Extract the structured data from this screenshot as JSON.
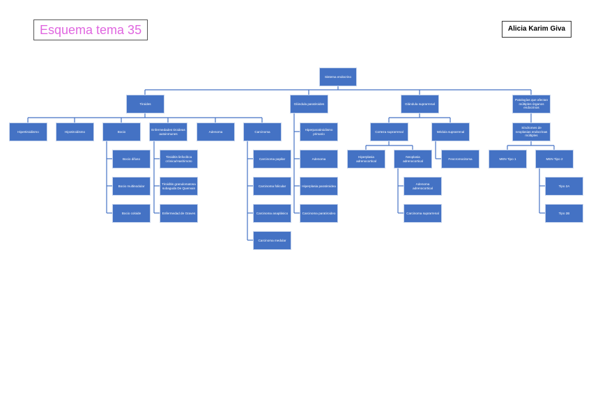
{
  "header": {
    "title": "Esquema tema 35",
    "author": "Alicia Karim Giva"
  },
  "diagram": {
    "root": "Sistema endocrino",
    "tiroides": {
      "label": "Tiroides",
      "hipertiroidismo": "Hipertiroidismo",
      "hipotiroidismo": "Hipotiroidismo",
      "bocio": "Bocio",
      "bocio_difuso": "Bocio difuso",
      "bocio_multinodular": "Bocio multinodular",
      "bocio_coloide": "Bocio coloide",
      "enfermedades": "Enfermedades tiroideas autoinmunes",
      "tiroiditis_linfocitica": "Tiroiditis linfocítica crónica/Hashimoto",
      "tiroiditis_granulomatosa": "Tiroiditis granulomatosa subaguda De Quervain",
      "graves": "Enfermedad de Graves",
      "adenoma": "Adenoma",
      "carcinoma": "Carcinoma",
      "carcinoma_papilar": "Carcinoma papilar",
      "carcinoma_folicular": "Carcinoma folicular",
      "carcinoma_anaplasico": "Carcinoma anaplásico",
      "carcinoma_medular": "Carcinoma medular"
    },
    "paratiroides": {
      "label": "Glándula paratiroides",
      "hiperpara": "Hiperparatiroidismo primario",
      "adenoma": "Adenoma",
      "hiperplasia": "Hiperplasia paratiroidea",
      "carcinoma": "Carcinoma paratiroideo"
    },
    "suprarrenal": {
      "label": "Glándula suprarrenal",
      "corteza": "Corteza suprarrenal",
      "hiperplasia": "Hiperplasia adrenocortical",
      "neoplasia": "Neoplasia adrenocortical",
      "adenoma": "Adenoma adrenocortical",
      "carcinoma": "Carcinoma suprarrenal",
      "medula": "Médula suprarrenal",
      "feocromocitoma": "Feocromocitoma"
    },
    "patologias": {
      "label": "Patologías que afectan múltiples órganos endocrinos",
      "sindromes": "Síndromes de neoplasias endocrinas múltiples",
      "men1": "MEN Tipo 1",
      "men2": "MEN Tipo 2",
      "tipo2a": "Tipo 2A",
      "tipo2b": "Tipo 2B"
    }
  },
  "colors": {
    "node_fill": "#4472c4",
    "connector": "#4472c4",
    "title_text": "#e066e0"
  }
}
